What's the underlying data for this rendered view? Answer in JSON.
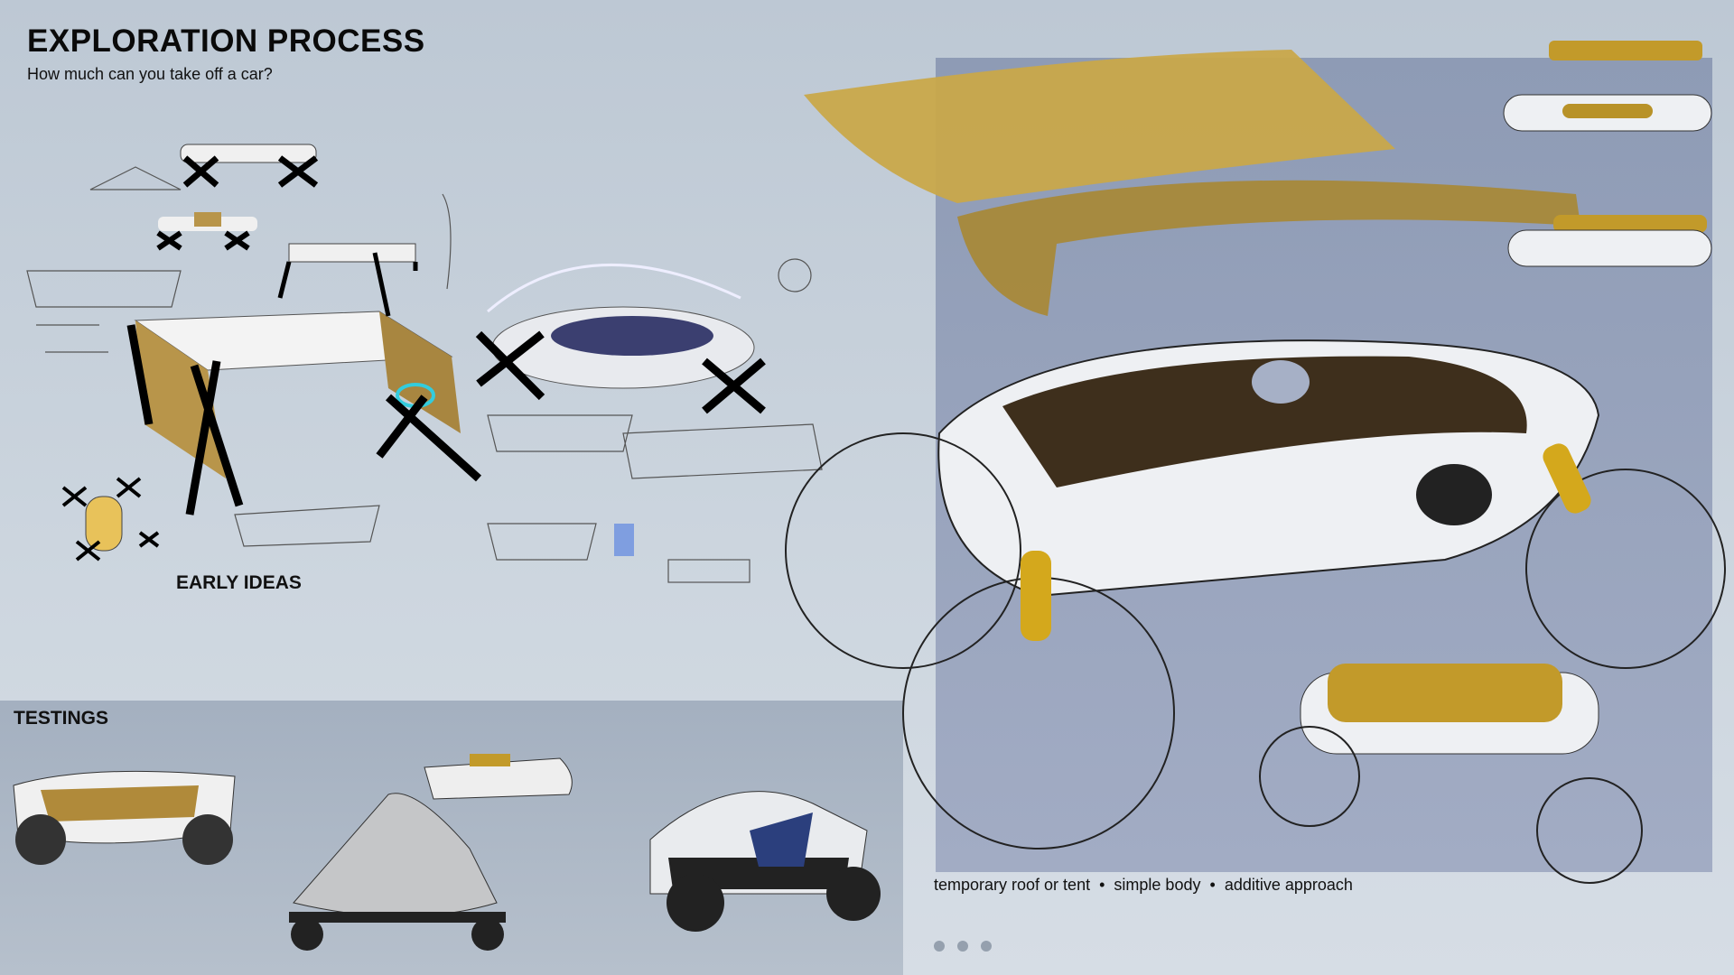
{
  "header": {
    "title": "EXPLORATION PROCESS",
    "subtitle": "How much can you take off a car?"
  },
  "sections": {
    "early_ideas": "EARLY IDEAS",
    "testings": "TESTINGS"
  },
  "caption": {
    "items": [
      "temporary roof or tent",
      "simple body",
      "additive approach"
    ],
    "separator": "•"
  },
  "pagination": {
    "dots": 3
  },
  "colors": {
    "background": "#c4ced9",
    "panel": "#95a1ba",
    "accent_gold": "#c9a227",
    "text": "#111111"
  }
}
